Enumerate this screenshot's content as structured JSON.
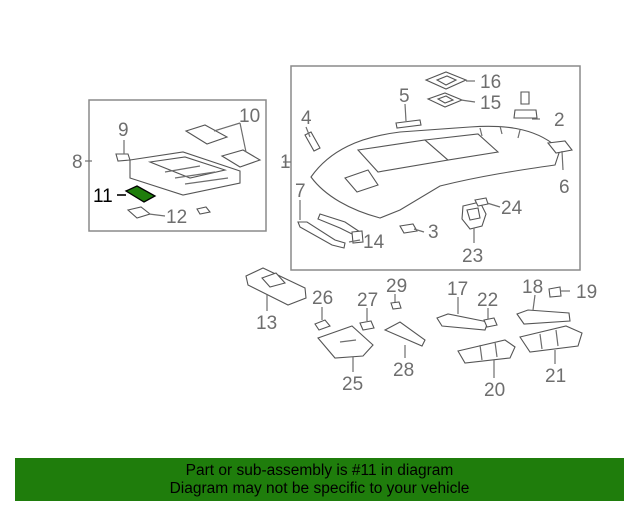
{
  "diagram": {
    "callouts": [
      "1",
      "2",
      "3",
      "4",
      "5",
      "6",
      "7",
      "8",
      "9",
      "10",
      "11",
      "12",
      "13",
      "14",
      "15",
      "16",
      "17",
      "18",
      "19",
      "20",
      "21",
      "22",
      "23",
      "24",
      "25",
      "26",
      "27",
      "28",
      "29"
    ],
    "highlighted_part": "11",
    "highlight_color": "#1f7d0c"
  },
  "banner": {
    "line1": "Part or sub-assembly is #11 in diagram",
    "line2": "Diagram may not be specific to your vehicle",
    "background": "#1f7d0c"
  }
}
